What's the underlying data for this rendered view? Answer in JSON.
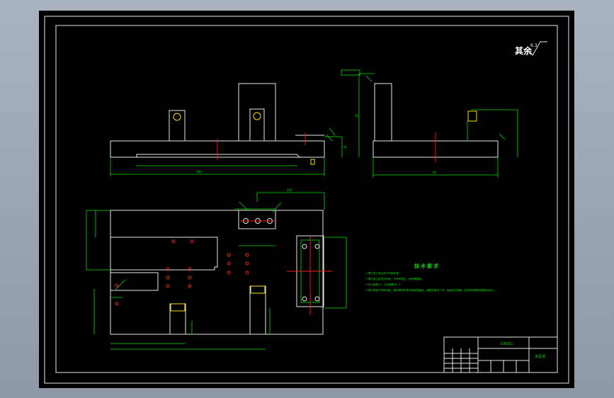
{
  "roughness": {
    "label": "其余",
    "value": "6.3"
  },
  "technical_requirements": {
    "title": "技术要求",
    "items": [
      "1.零件加工前应进行时效处理。",
      "2.零件加工后须去毛刺，不得有锐边、毛刺等缺陷。",
      "3.未注倒角C1，未注圆角R0.5。",
      "4.零件表面不得有划痕、擦伤等损伤零件表面的缺陷，装配前清洗干净，保证配合精度（如有特殊要求按图纸标注）。"
    ]
  },
  "title_block": {
    "part_name": "夹具体",
    "drawing_no": "CAD(1)"
  },
  "dimensions": {
    "front_width": "180",
    "front_height": "84",
    "side_width": "85",
    "side_height": "50",
    "plan_width": "130"
  },
  "colors": {
    "background": "#000000",
    "outline": "#e8e8e8",
    "dimension": "#00e000",
    "centerline": "#ff2020",
    "hatch": "#ffe000"
  }
}
